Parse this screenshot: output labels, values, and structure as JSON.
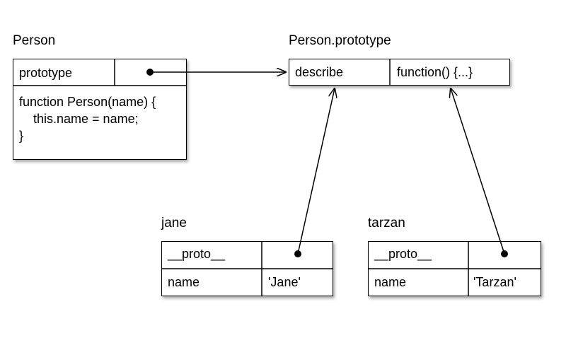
{
  "person": {
    "title": "Person",
    "key": "prototype",
    "code": [
      "function Person(name) {",
      "    this.name = name;",
      "}"
    ]
  },
  "prototype_obj": {
    "title": "Person.prototype",
    "key": "describe",
    "value": "function() {...}"
  },
  "jane": {
    "title": "jane",
    "proto_key": "__proto__",
    "name_key": "name",
    "name_value": "'Jane'"
  },
  "tarzan": {
    "title": "tarzan",
    "proto_key": "__proto__",
    "name_key": "name",
    "name_value": "'Tarzan'"
  }
}
